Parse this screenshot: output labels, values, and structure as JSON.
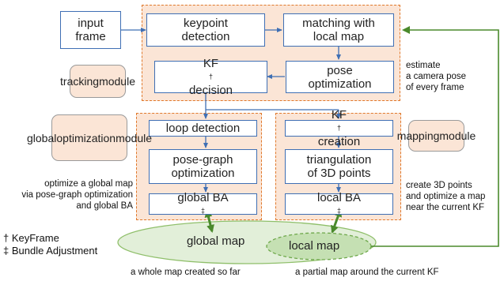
{
  "boxes": {
    "input_frame": [
      "input",
      "frame"
    ],
    "keypoint_detection": [
      "keypoint",
      "detection"
    ],
    "matching": [
      "matching with",
      "local map"
    ],
    "kf_decision": {
      "pre": "KF",
      "dagger": "†",
      "post": "decision"
    },
    "pose_optimization": [
      "pose",
      "optimization"
    ],
    "loop_detection": "loop detection",
    "pose_graph": [
      "pose-graph",
      "optimization"
    ],
    "global_ba": {
      "pre": "global BA",
      "mark": "‡"
    },
    "kf_creation": {
      "pre": "KF",
      "dagger": "†",
      "post": "creation"
    },
    "triangulation": [
      "triangulation",
      "of 3D points"
    ],
    "local_ba": {
      "pre": "local BA",
      "mark": "‡"
    }
  },
  "modules": {
    "tracking": [
      "tracking",
      "module"
    ],
    "global_opt": [
      "global",
      "optimization",
      "module"
    ],
    "mapping": [
      "mapping",
      "module"
    ]
  },
  "annotations": {
    "tracking": [
      "estimate",
      "a camera pose",
      "of every frame"
    ],
    "global": [
      "optimize a global map",
      "via pose-graph optimization",
      "and global BA"
    ],
    "mapping": [
      "create 3D points",
      "and optimize a map",
      "near the current KF"
    ]
  },
  "legend": {
    "keyframe": "† KeyFrame",
    "bundle_adjustment": "‡ Bundle Adjustment"
  },
  "maps": {
    "global_map": "global map",
    "local_map": "local map",
    "global_caption": "a whole map created so far",
    "local_caption": "a partial map around the current KF"
  },
  "colors": {
    "box_border": "#3f6fb4",
    "region_fill": "#fbe5d6",
    "region_border": "#e0792c",
    "green_arrow": "#4a8a2c",
    "ellipse_fill": "#e2efd9",
    "ellipse_border": "#8fbf6a"
  }
}
